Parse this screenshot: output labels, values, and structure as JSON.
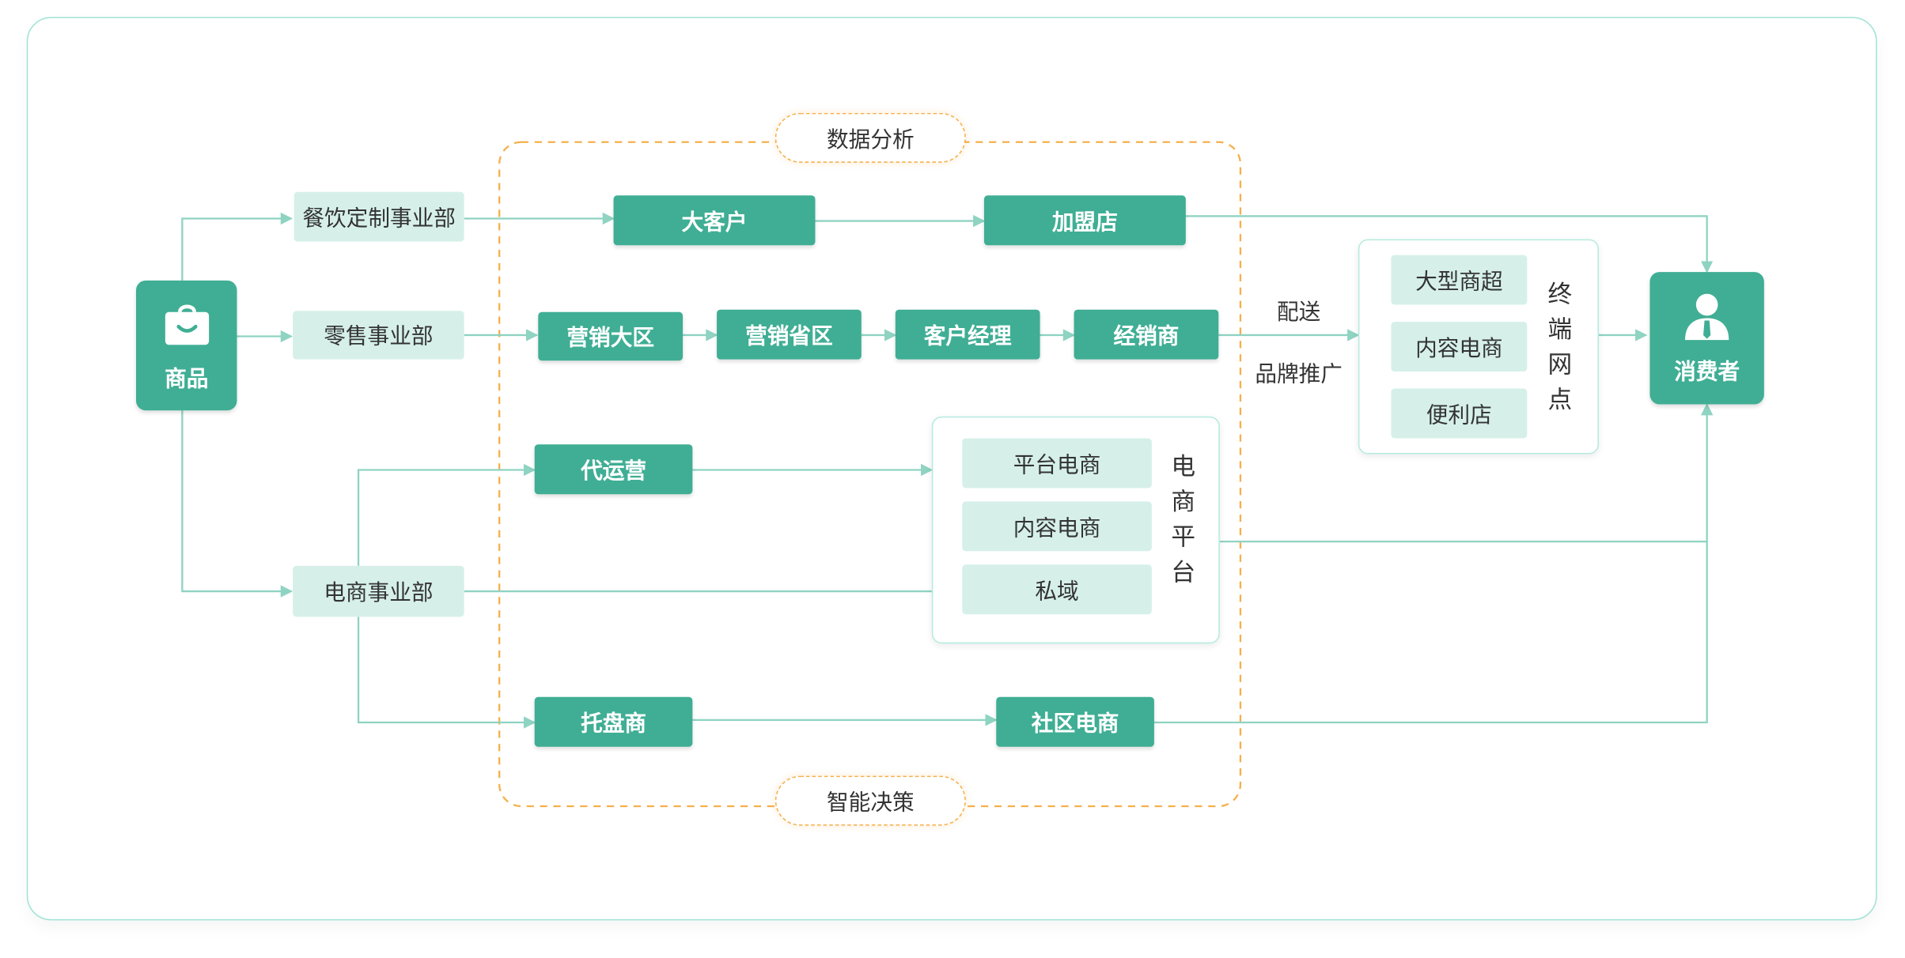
{
  "source": {
    "label": "商品",
    "icon": "shopping-bag-icon"
  },
  "divisions": {
    "catering": "餐饮定制事业部",
    "retail": "零售事业部",
    "ecommerce": "电商事业部"
  },
  "channels": {
    "key_account": "大客户",
    "franchise": "加盟店",
    "marketing_region": "营销大区",
    "marketing_province": "营销省区",
    "account_manager": "客户经理",
    "dealer": "经销商",
    "agency_operation": "代运营",
    "tray_merchant": "托盘商",
    "community_ecommerce": "社区电商"
  },
  "ecommerce_platform": {
    "title_chars": [
      "电",
      "商",
      "平",
      "台"
    ],
    "items": [
      "平台电商",
      "内容电商",
      "私域"
    ]
  },
  "terminal": {
    "title_chars": [
      "终",
      "端",
      "网",
      "点"
    ],
    "items": [
      "大型商超",
      "内容电商",
      "便利店"
    ]
  },
  "consumer": {
    "label": "消费者",
    "icon": "person-icon"
  },
  "edge_labels": {
    "delivery": "配送",
    "brand_promotion": "品牌推广"
  },
  "region_labels": {
    "top": "数据分析",
    "bottom": "智能决策"
  },
  "colors": {
    "primary": "#3fae94",
    "light_fill": "#d6f0e9",
    "line": "#8fd3c2",
    "dashed_border": "#f5b04c",
    "frame_border": "#9fe3d6"
  }
}
